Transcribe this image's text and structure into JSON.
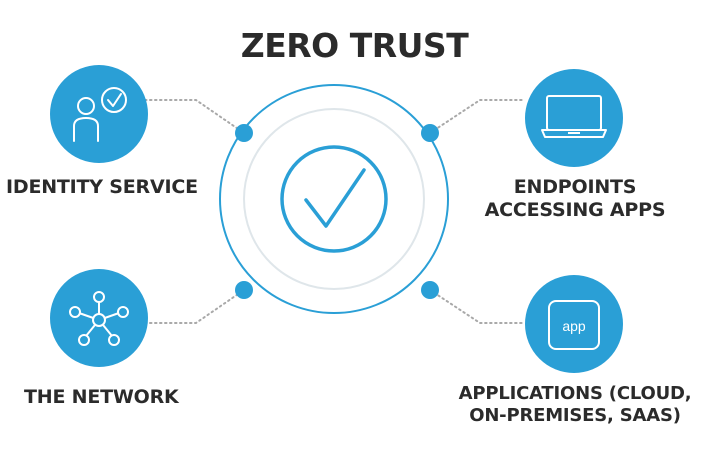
{
  "title": "ZERO TRUST",
  "colors": {
    "accent": "#2a9fd6",
    "ring_light": "#dfe6ea",
    "dots": "#a9a9a9",
    "text": "#2b2b2b"
  },
  "nodes": {
    "identity": {
      "label": "IDENTITY SERVICE",
      "icon": "person-check-icon"
    },
    "endpoints": {
      "label_line1": "ENDPOINTS",
      "label_line2": "ACCESSING APPS",
      "icon": "laptop-icon"
    },
    "network": {
      "label": "THE NETWORK",
      "icon": "network-hub-icon"
    },
    "applications": {
      "label_line1": "APPLICATIONS (CLOUD,",
      "label_line2": "ON-PREMISES, SAAS)",
      "icon": "app-box-icon",
      "icon_text": "app"
    }
  },
  "center": {
    "icon": "checkmark-icon"
  }
}
